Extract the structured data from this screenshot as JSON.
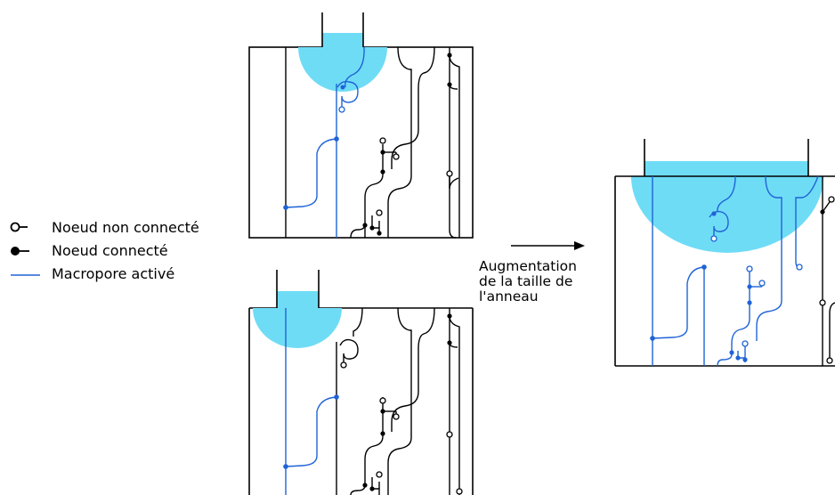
{
  "legend": {
    "items": [
      {
        "symbol": "open-node",
        "label": "Noeud non connecté"
      },
      {
        "symbol": "filled-node",
        "label": "Noeud connecté"
      },
      {
        "symbol": "blue-line",
        "label": "Macropore activé"
      }
    ]
  },
  "arrow": {
    "lines": [
      "Augmentation",
      "de la taille de",
      "l'anneau"
    ]
  },
  "colors": {
    "water": "#6fdcf6",
    "activated_macropore": "#1f63d6",
    "network": "#000000"
  }
}
